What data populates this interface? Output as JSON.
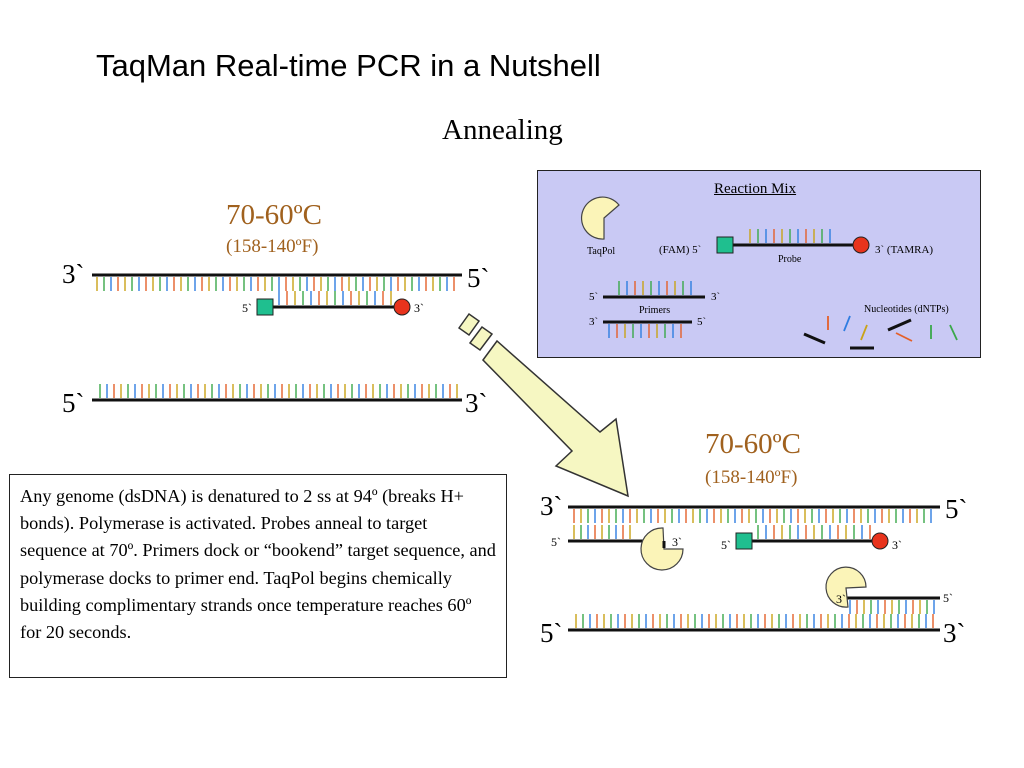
{
  "slide": {
    "title": "TaqMan Real-time PCR in a Nutshell",
    "step": "Annealing"
  },
  "left_panel": {
    "temp_c": "70-60ºC",
    "temp_f": "(158-140ºF)",
    "top_strand": {
      "left_end": "3`",
      "right_end": "5`"
    },
    "probe": {
      "left_end": "5`",
      "right_end": "3`"
    },
    "bottom_strand": {
      "left_end": "5`",
      "right_end": "3`"
    }
  },
  "reaction_mix": {
    "title": "Reaction Mix",
    "taqpol_label": "TaqPol",
    "probe_left": "(FAM) 5`",
    "probe_right": "3` (TAMRA)",
    "probe_label": "Probe",
    "primer1_left": "5`",
    "primer1_right": "3`",
    "primers_label": "Primers",
    "primer2_left": "3`",
    "primer2_right": "5`",
    "nucleotides_label": "Nucleotides (dNTPs)"
  },
  "right_panel": {
    "temp_c": "70-60ºC",
    "temp_f": "(158-140ºF)",
    "top_strand": {
      "left_end": "3`",
      "right_end": "5`"
    },
    "primer_top": {
      "left_end": "5`",
      "right_end": "3`"
    },
    "probe": {
      "left_end": "5`",
      "right_end": "3`"
    },
    "primer_bottom": {
      "left_end": "3`",
      "right_end": "5`"
    },
    "bottom_strand": {
      "left_end": "5`",
      "right_end": "3`"
    }
  },
  "note": "Any genome (dsDNA) is denatured to 2 ss at 94º (breaks H+ bonds). Polymerase is activated. Probes anneal to target sequence at 70º.  Primers dock or “bookend” target sequence, and polymerase docks to primer end.  TaqPol begins chemically building complimentary strands once temperature reaches 60º for 20 seconds.",
  "colors": {
    "temperature": "#a0611e",
    "reaction_mix_bg": "#c9c9f4",
    "fam_reporter": "#1fbf8f",
    "tamra_quencher": "#e8331c",
    "taqpol": "#fbf4b8",
    "arrow_fill": "#f6f7c2",
    "base_colors": [
      "#e4602a",
      "#2f7de1",
      "#3aa84a",
      "#c9a317"
    ]
  }
}
